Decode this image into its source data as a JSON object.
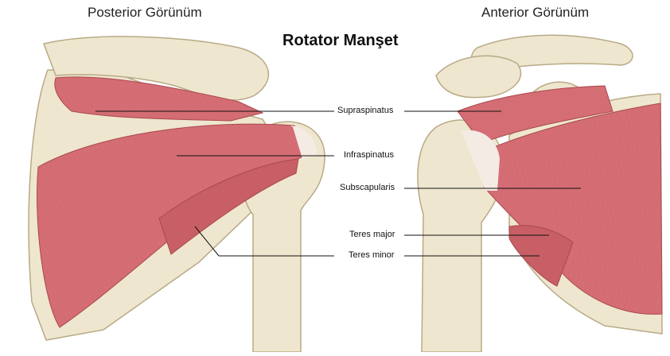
{
  "views": {
    "posterior": "Posterior Görünüm",
    "anterior": "Anterior Görünüm"
  },
  "title": "Rotator Manşet",
  "labels": {
    "supraspinatus": "Supraspinatus",
    "infraspinatus": "Infraspinatus",
    "subscapularis": "Subscapularis",
    "teres_major": "Teres major",
    "teres_minor": "Teres minor"
  },
  "colors": {
    "bone": "#efe6cf",
    "bone_shadow": "#cbbf9f",
    "muscle": "#d46d74",
    "muscle_dark": "#b85158",
    "tendon": "#f4ebe4"
  }
}
